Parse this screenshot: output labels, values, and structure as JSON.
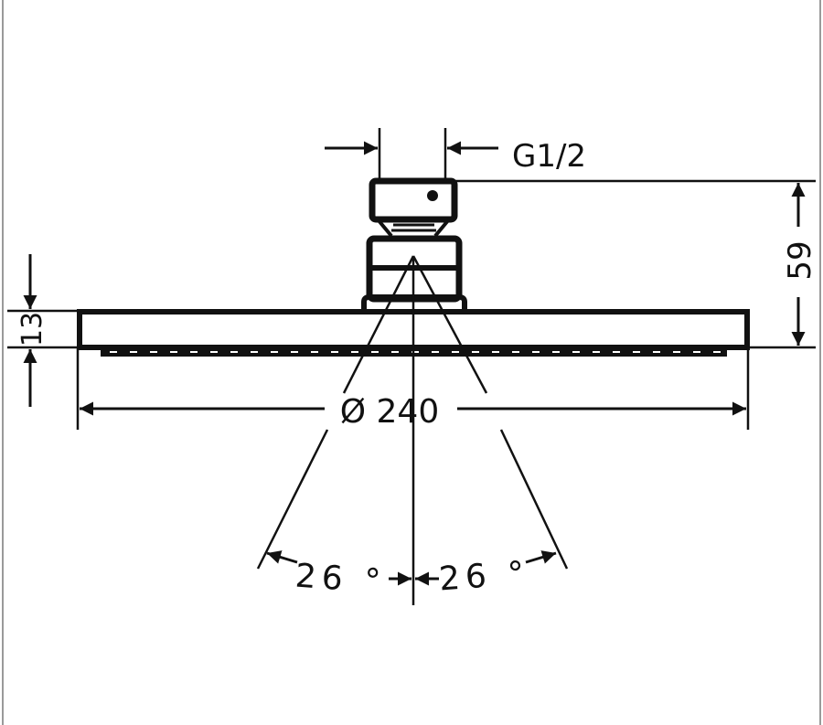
{
  "drawing": {
    "thread_label": "G1/2",
    "height_label": "59",
    "plate_thickness_label": "13",
    "diameter_label": "Ø 240",
    "spray_angle_left_label": "26 °",
    "spray_angle_right_label": "26 °"
  },
  "colors": {
    "line": "#111111",
    "frame": "#9a9a9a"
  }
}
